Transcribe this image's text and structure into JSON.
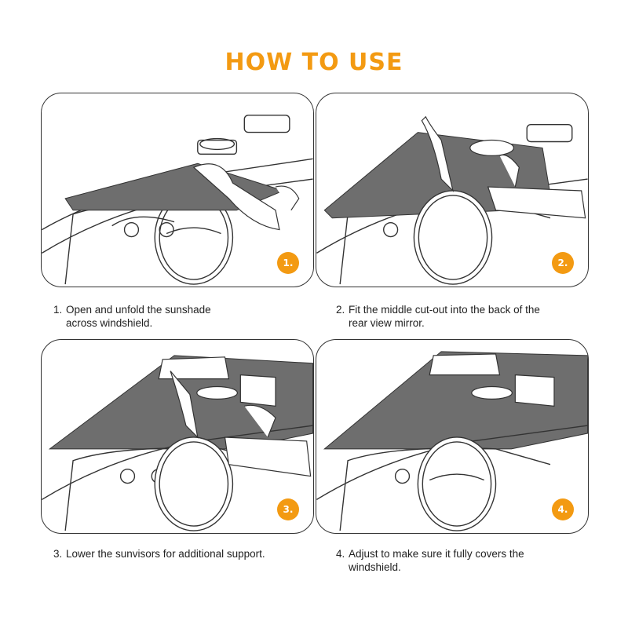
{
  "title": "HOW TO USE",
  "steps": [
    {
      "badge": "1.",
      "num": "1.",
      "line1": "Open and unfold the sunshade",
      "line2": "across windshield."
    },
    {
      "badge": "2.",
      "num": "2.",
      "line1": "Fit the middle cut-out into the back of the",
      "line2": "rear view mirror."
    },
    {
      "badge": "3.",
      "num": "3.",
      "line1": "Lower the sunvisors for additional support.",
      "line2": ""
    },
    {
      "badge": "4.",
      "num": "4.",
      "line1": "Adjust to make sure it fully covers the",
      "line2": "windshield."
    }
  ],
  "colors": {
    "accent": "#f39a12",
    "shade": "#6e6e6e",
    "outline": "#333333"
  }
}
